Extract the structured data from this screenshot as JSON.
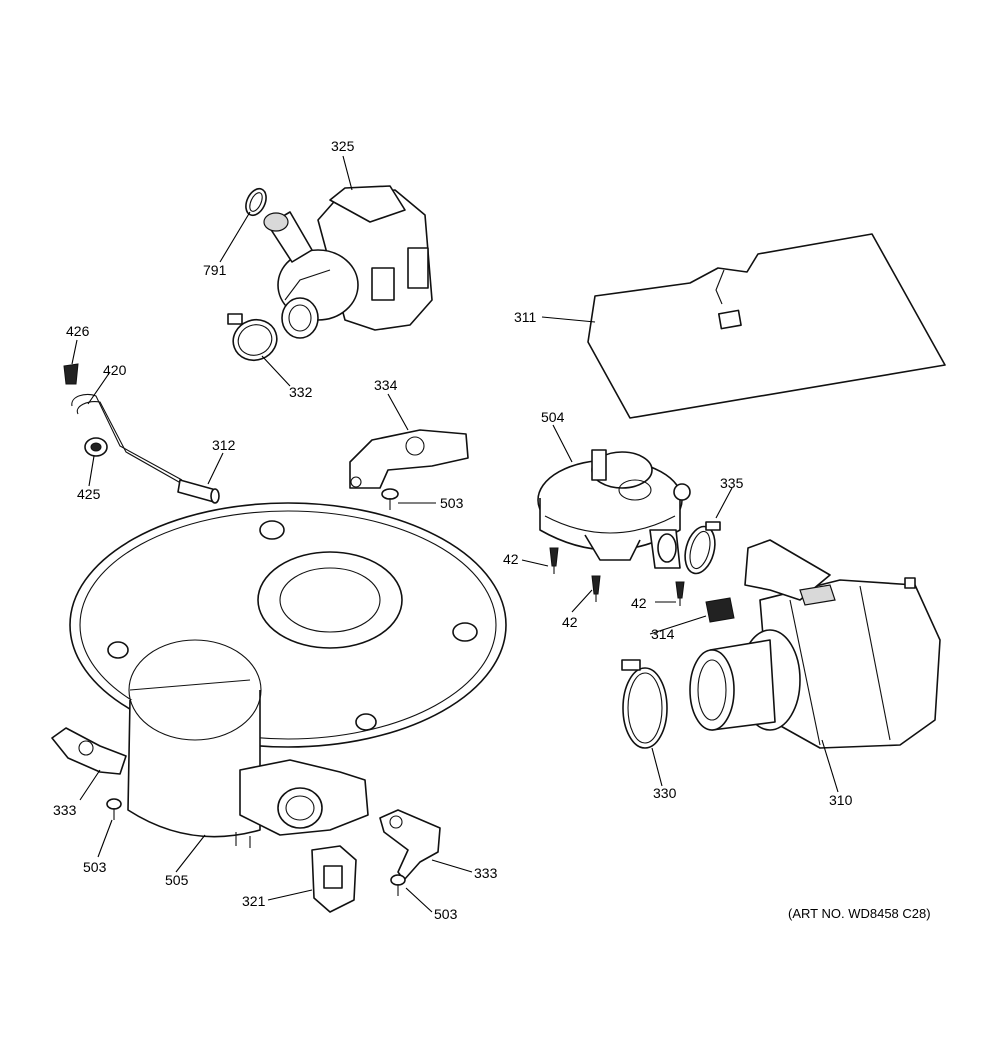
{
  "labels": {
    "p325": "325",
    "p791": "791",
    "p332": "332",
    "p426": "426",
    "p420": "420",
    "p425": "425",
    "p312": "312",
    "p334": "334",
    "p503a": "503",
    "p311": "311",
    "p504": "504",
    "p335": "335",
    "p42a": "42",
    "p42b": "42",
    "p42c": "42",
    "p314": "314",
    "p333a": "333",
    "p503b": "503",
    "p505": "505",
    "p321": "321",
    "p333b": "333",
    "p503c": "503",
    "p330": "330",
    "p310": "310"
  },
  "art_number": "(ART NO. WD8458 C28)"
}
